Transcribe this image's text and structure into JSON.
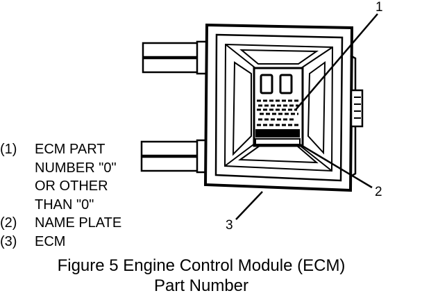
{
  "callouts": {
    "c1": "1",
    "c2": "2",
    "c3": "3"
  },
  "legend": {
    "item1": {
      "num": "(1)",
      "line1": "ECM PART",
      "line2": "NUMBER \"0\"",
      "line3": "OR OTHER",
      "line4": "THAN \"0\""
    },
    "item2": {
      "num": "(2)",
      "text": "NAME PLATE"
    },
    "item3": {
      "num": "(3)",
      "text": "ECM"
    }
  },
  "caption": {
    "line1": "Figure 5 Engine Control Module (ECM)",
    "line2": "Part Number"
  },
  "colors": {
    "ink": "#000000",
    "paper": "#ffffff"
  }
}
